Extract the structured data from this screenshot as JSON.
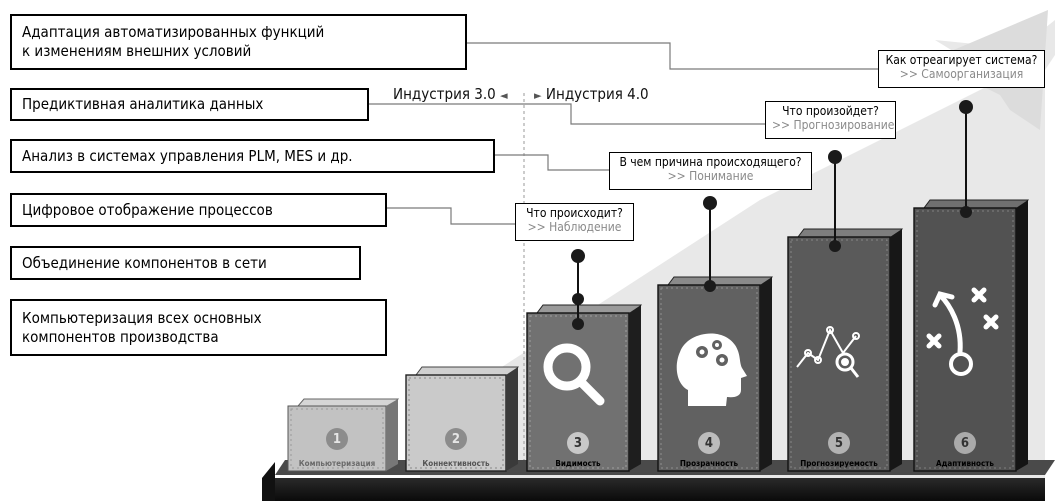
{
  "left_boxes": [
    {
      "line1": "Адаптация автоматизированных функций",
      "line2": "к изменениям внешних условий"
    },
    {
      "line1": "Предиктивная аналитика данных",
      "line2": ""
    },
    {
      "line1": "Анализ в системах управления PLM, MES и др.",
      "line2": ""
    },
    {
      "line1": "Цифровое отображение процессов",
      "line2": ""
    },
    {
      "line1": "Объединение компонентов в сети",
      "line2": ""
    },
    {
      "line1": "Компьютеризация всех основных",
      "line2": "компонентов производства"
    }
  ],
  "industry": {
    "left": "Индустрия 3.0",
    "right": "Индустрия 4.0",
    "left_arrow": "◄",
    "right_arrow": "►"
  },
  "callouts": [
    {
      "question": "Что происходит?",
      "answer": ">> Наблюдение"
    },
    {
      "question": "В чем причина происходящего?",
      "answer": ">> Понимание"
    },
    {
      "question": "Что произойдет?",
      "answer": ">> Прогнозирование"
    },
    {
      "question": "Как отреагирует система?",
      "answer": ">> Самоорганизация"
    }
  ],
  "stages": [
    {
      "number": "1",
      "label": "Компьютеризация",
      "icon": "none"
    },
    {
      "number": "2",
      "label": "Коннективность",
      "icon": "none"
    },
    {
      "number": "3",
      "label": "Видимость",
      "icon": "magnifier-icon"
    },
    {
      "number": "4",
      "label": "Прозрачность",
      "icon": "head-gears-icon"
    },
    {
      "number": "5",
      "label": "Прогнозируемость",
      "icon": "analytics-chart-icon"
    },
    {
      "number": "6",
      "label": "Адаптивность",
      "icon": "strategy-play-icon"
    }
  ]
}
